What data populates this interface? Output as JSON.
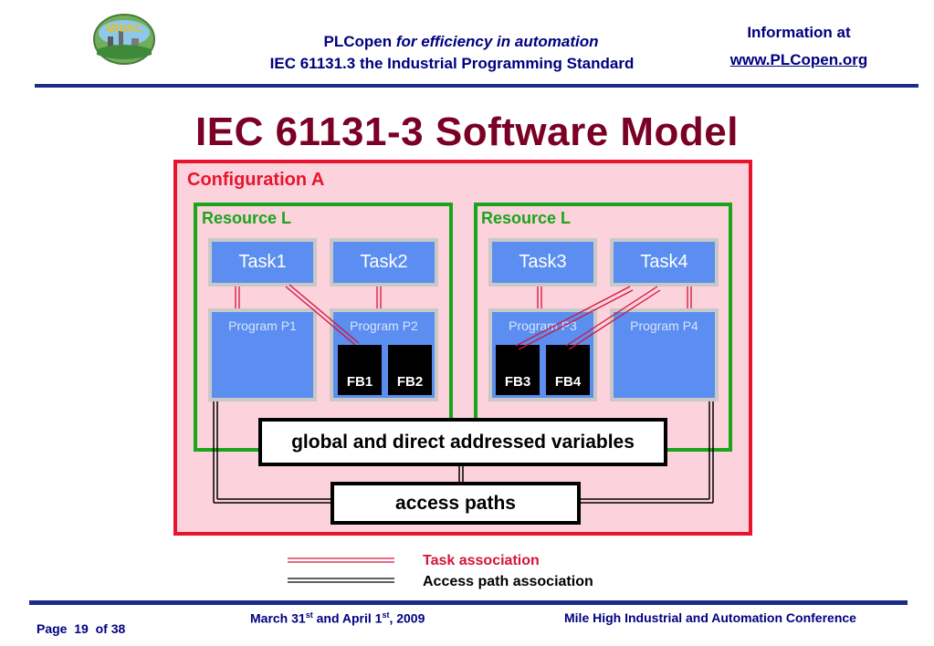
{
  "header": {
    "brand": "PLCopen",
    "tagline": "for efficiency in automation",
    "subtitle": "IEC 61131.3 the Industrial Programming Standard",
    "info_label": "Information at",
    "info_url": "www.PLCopen.org",
    "logo_text": "MHIAC"
  },
  "title": "IEC 61131-3 Software Model",
  "diagram": {
    "configuration": "Configuration A",
    "resources": [
      {
        "label": "Resource L",
        "tasks": [
          "Task1",
          "Task2"
        ],
        "programs": [
          "Program P1",
          "Program P2"
        ],
        "fbs": [
          "FB1",
          "FB2"
        ]
      },
      {
        "label": "Resource L",
        "tasks": [
          "Task3",
          "Task4"
        ],
        "programs": [
          "Program P3",
          "Program P4"
        ],
        "fbs": [
          "FB3",
          "FB4"
        ]
      }
    ],
    "global_vars": "global and direct addressed variables",
    "access_paths": "access paths",
    "legend": {
      "task_assoc": "Task association",
      "access_assoc": "Access path association"
    },
    "colors": {
      "configuration": "#e8142e",
      "resource": "#1aa51a",
      "task": "#5b8ef0",
      "title": "#7a0026"
    }
  },
  "footer": {
    "page_label": "Page",
    "page_num": "19",
    "of_label": "of",
    "page_total": "38",
    "date_a": "March 31",
    "date_a_sup": "st",
    "date_and": " and April 1",
    "date_b_sup": "st",
    "date_year": ", 2009",
    "conference": "Mile High Industrial and Automation Conference"
  }
}
